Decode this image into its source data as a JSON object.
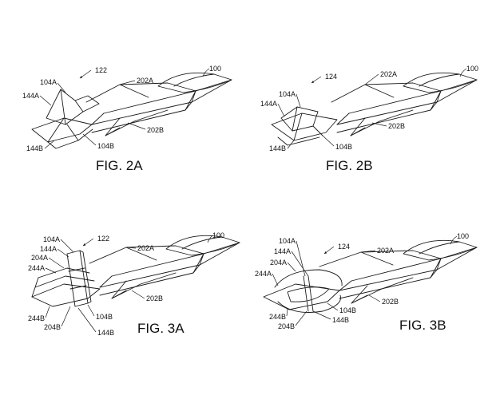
{
  "figures": {
    "fig2a": {
      "caption": "FIG. 2A",
      "labels": {
        "l100": "100",
        "l122": "122",
        "l202a": "202A",
        "l202b": "202B",
        "l104a": "104A",
        "l104b": "104B",
        "l144a": "144A",
        "l144b": "144B"
      }
    },
    "fig2b": {
      "caption": "FIG. 2B",
      "labels": {
        "l100": "100",
        "l124": "124",
        "l202a": "202A",
        "l202b": "202B",
        "l104a": "104A",
        "l104b": "104B",
        "l144a": "144A",
        "l144b": "144B"
      }
    },
    "fig3a": {
      "caption": "FIG. 3A",
      "labels": {
        "l100": "100",
        "l122": "122",
        "l202a": "202A",
        "l202b": "202B",
        "l104a": "104A",
        "l144a": "144A",
        "l204a": "204A",
        "l244a": "244A",
        "l244b": "244B",
        "l204b": "204B",
        "l104b": "104B",
        "l144b": "144B"
      }
    },
    "fig3b": {
      "caption": "FIG. 3B",
      "labels": {
        "l100": "100",
        "l124": "124",
        "l202a": "202A",
        "l202b": "202B",
        "l104a": "104A",
        "l144a": "144A",
        "l204a": "204A",
        "l244a": "244A",
        "l244b": "244B",
        "l204b": "204B",
        "l104b": "104B",
        "l144b": "144B"
      }
    }
  }
}
